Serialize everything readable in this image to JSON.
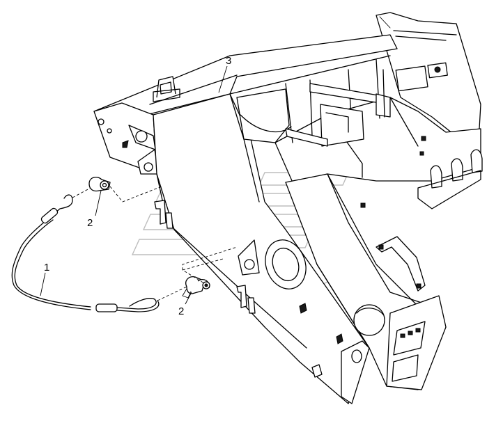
{
  "callouts": [
    {
      "id": "cable",
      "label": "1"
    },
    {
      "id": "shackle-upper",
      "label": "2"
    },
    {
      "id": "shackle-lower",
      "label": "2"
    },
    {
      "id": "frame",
      "label": "3"
    }
  ],
  "parts": [
    {
      "callout": "1",
      "part": "tow-cable"
    },
    {
      "callout": "2",
      "part": "shackle"
    },
    {
      "callout": "3",
      "part": "frame"
    }
  ]
}
